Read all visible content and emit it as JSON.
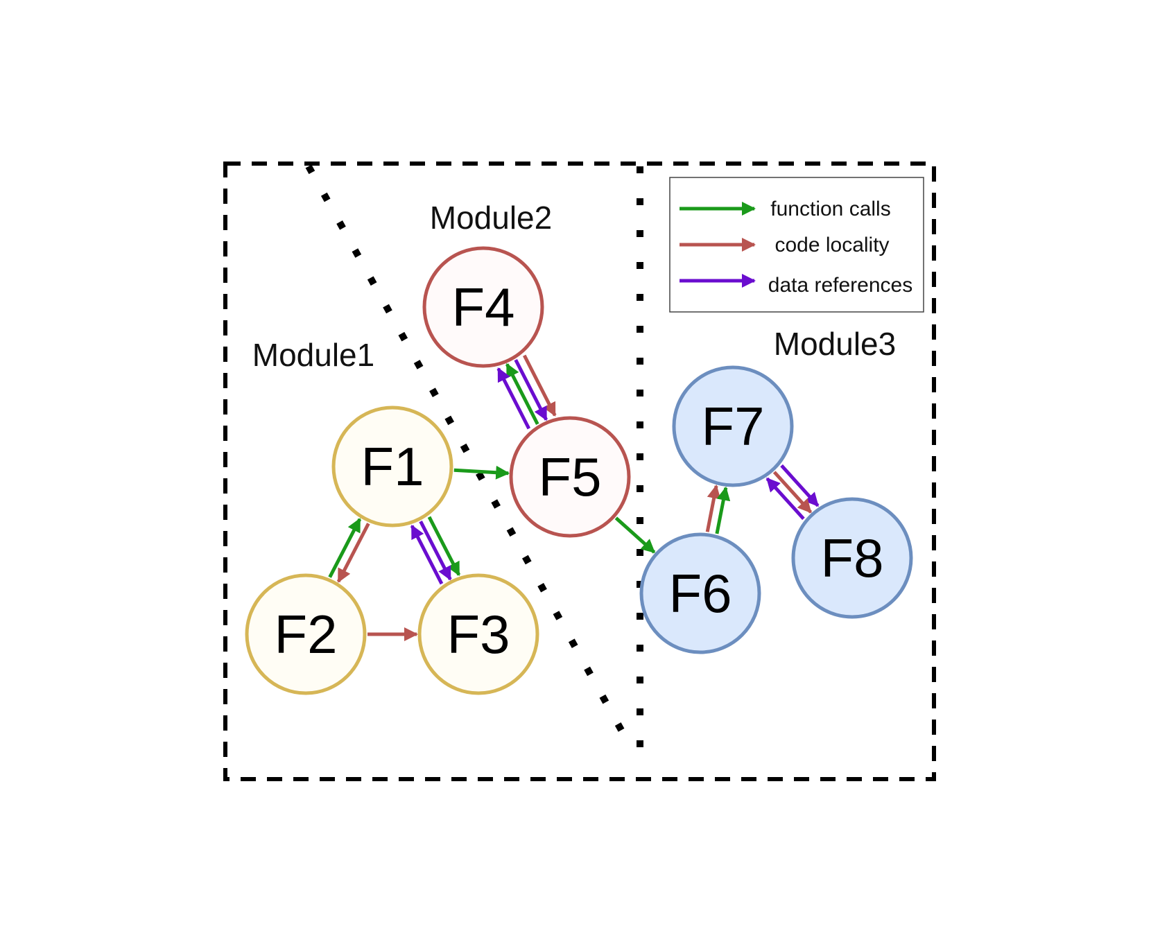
{
  "modules": [
    {
      "id": "module1",
      "label": "Module1"
    },
    {
      "id": "module2",
      "label": "Module2"
    },
    {
      "id": "module3",
      "label": "Module3"
    }
  ],
  "nodes": [
    {
      "id": "F1",
      "label": "F1",
      "module": "module1"
    },
    {
      "id": "F2",
      "label": "F2",
      "module": "module1"
    },
    {
      "id": "F3",
      "label": "F3",
      "module": "module1"
    },
    {
      "id": "F4",
      "label": "F4",
      "module": "module2"
    },
    {
      "id": "F5",
      "label": "F5",
      "module": "module2"
    },
    {
      "id": "F6",
      "label": "F6",
      "module": "module3"
    },
    {
      "id": "F7",
      "label": "F7",
      "module": "module3"
    },
    {
      "id": "F8",
      "label": "F8",
      "module": "module3"
    }
  ],
  "module_colors": {
    "module1": {
      "stroke": "#d6b656",
      "fill": "#fffdf5"
    },
    "module2": {
      "stroke": "#b85450",
      "fill": "#fffafa"
    },
    "module3": {
      "stroke": "#6c8ebf",
      "fill": "#dae8fc"
    }
  },
  "edges": [
    {
      "from": "F1",
      "to": "F2",
      "type": "code_locality"
    },
    {
      "from": "F2",
      "to": "F1",
      "type": "function_calls"
    },
    {
      "from": "F2",
      "to": "F3",
      "type": "code_locality"
    },
    {
      "from": "F1",
      "to": "F3",
      "type": "function_calls"
    },
    {
      "from": "F1",
      "to": "F3",
      "type": "data_references"
    },
    {
      "from": "F3",
      "to": "F1",
      "type": "data_references"
    },
    {
      "from": "F1",
      "to": "F5",
      "type": "function_calls"
    },
    {
      "from": "F4",
      "to": "F5",
      "type": "code_locality"
    },
    {
      "from": "F4",
      "to": "F5",
      "type": "data_references"
    },
    {
      "from": "F5",
      "to": "F4",
      "type": "function_calls"
    },
    {
      "from": "F5",
      "to": "F4",
      "type": "data_references"
    },
    {
      "from": "F5",
      "to": "F6",
      "type": "function_calls"
    },
    {
      "from": "F6",
      "to": "F7",
      "type": "code_locality"
    },
    {
      "from": "F6",
      "to": "F7",
      "type": "function_calls"
    },
    {
      "from": "F7",
      "to": "F8",
      "type": "data_references"
    },
    {
      "from": "F7",
      "to": "F8",
      "type": "code_locality"
    },
    {
      "from": "F8",
      "to": "F7",
      "type": "data_references"
    }
  ],
  "edge_colors": {
    "function_calls": "#1a9a1a",
    "code_locality": "#b85450",
    "data_references": "#6a0dcf"
  },
  "legend": {
    "items": [
      {
        "type": "function_calls",
        "label": "function calls"
      },
      {
        "type": "code_locality",
        "label": "code locality"
      },
      {
        "type": "data_references",
        "label": "data references"
      }
    ]
  }
}
